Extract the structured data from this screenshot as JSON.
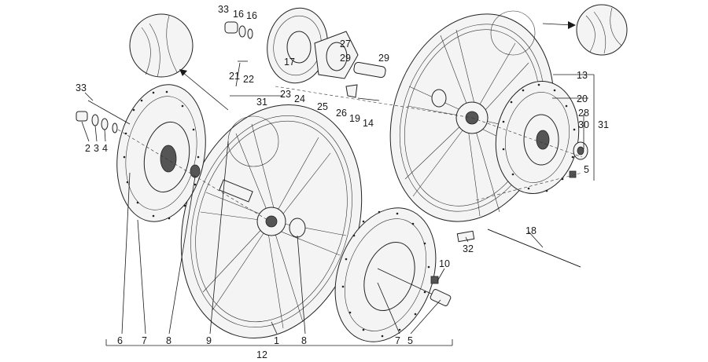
{
  "labels": {
    "l33a": "33",
    "l16a": "16",
    "l16b": "16",
    "l17": "17",
    "l27": "27",
    "l29a": "29",
    "l29b": "29",
    "l21": "21",
    "l22": "22",
    "l31a": "31",
    "l23": "23",
    "l24": "24",
    "l25": "25",
    "l26": "26",
    "l19": "19",
    "l14": "14",
    "l33b": "33",
    "l2": "2",
    "l3": "3",
    "l4": "4",
    "l13": "13",
    "l20": "20",
    "l28": "28",
    "l30": "30",
    "l31b": "31",
    "l5a": "5",
    "l18": "18",
    "l32": "32",
    "l10": "10",
    "l6": "6",
    "l7a": "7",
    "l8a": "8",
    "l9": "9",
    "l1": "1",
    "l8b": "8",
    "l7b": "7",
    "l5b": "5",
    "l12": "12"
  },
  "colors": {
    "ink": "#1a1a1a",
    "paper": "#ffffff",
    "metal": "#f4f4f4"
  }
}
